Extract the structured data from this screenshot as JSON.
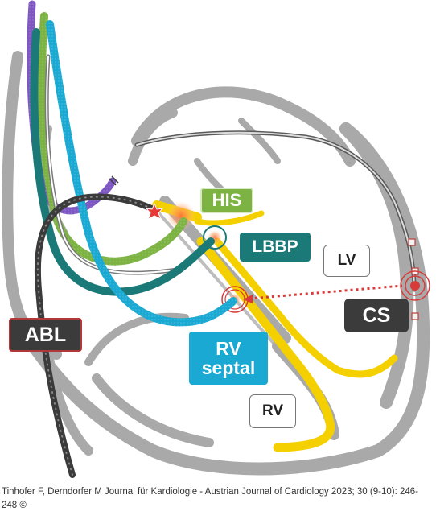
{
  "labels": {
    "his": "HIS",
    "lbbp": "LBBP",
    "rv_septal_line1": "RV",
    "rv_septal_line2": "septal",
    "abl": "ABL",
    "cs": "CS",
    "lv": "LV",
    "rv": "RV"
  },
  "caption": "Tinhofer F, Derndorfer M Journal für Kardiologie - Austrian Journal of Cardiology 2023; 30 (9-10): 246-248 ©",
  "colors": {
    "heart_wall": "#a9a9a9",
    "heart_edge": "#8a8a8a",
    "conduction_yellow": "#f5d000",
    "lead_green": "#7cb342",
    "lead_teal": "#1b7a78",
    "lead_cyan": "#1aa9d2",
    "lead_purple": "#7e57c2",
    "abl_catheter": "#3b3b3b",
    "target_red": "#d83a3a"
  }
}
